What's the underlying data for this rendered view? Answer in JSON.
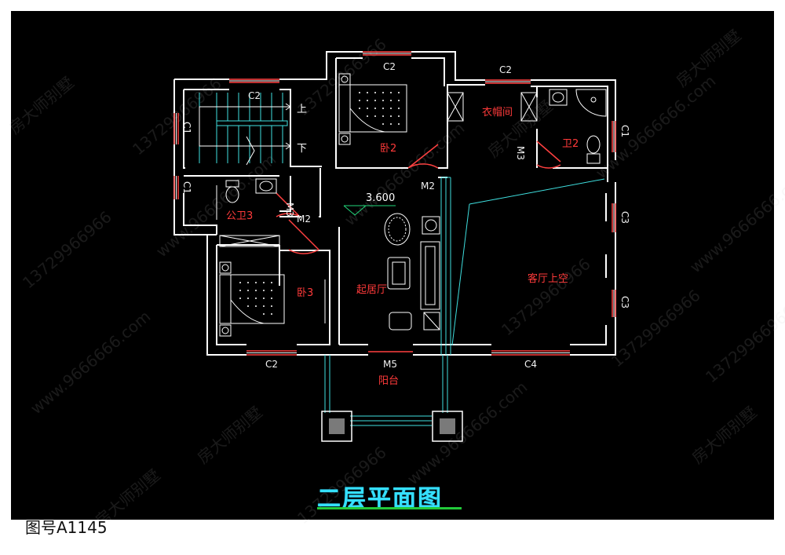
{
  "drawing": {
    "title": "二层平面图",
    "number": "图号A1145",
    "level": "3.600",
    "labels": {
      "c2_top_center": "C2",
      "c2_top_right": "C2",
      "c2_stair": "C2",
      "c1_left": "C1",
      "c1_left_lower": "C1",
      "c1_right": "C1",
      "c3_upper": "C3",
      "c3_lower": "C3",
      "c2_bottom": "C2",
      "c4_bottom": "C4",
      "m5_bottom": "M5",
      "m2_center": "M2",
      "m2_left": "M2",
      "m3_wardrobe": "M3",
      "m3_toilet": "M3",
      "stair_up": "上",
      "stair_down": "下"
    },
    "rooms": {
      "bedroom2": "卧2",
      "wardrobe": "衣帽间",
      "bath2": "卫2",
      "public_bath3": "公卫3",
      "bedroom3": "卧3",
      "family_room": "起居厅",
      "living_void": "客厅上空",
      "balcony": "阳台"
    },
    "watermarks": [
      "房大师别墅",
      "13729966966",
      "www.9666666.com"
    ]
  }
}
